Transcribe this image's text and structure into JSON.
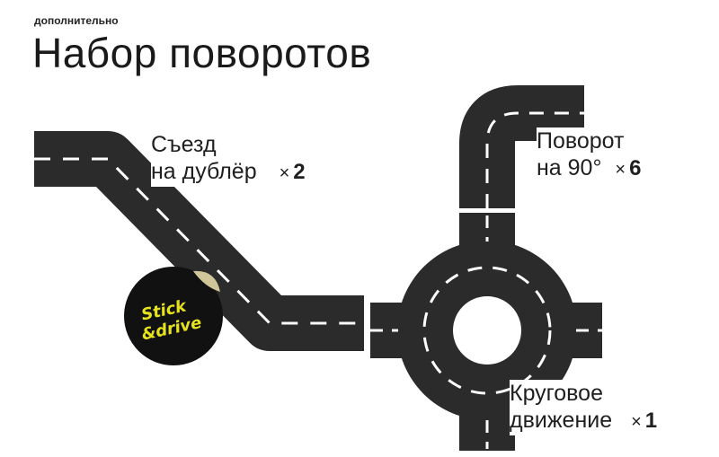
{
  "header": {
    "kicker": "дополнительно",
    "title": "Набор поворотов"
  },
  "pieces": {
    "exit": {
      "line1": "Съезд",
      "line2": "на дублёр",
      "times": "×",
      "count": "2"
    },
    "turn": {
      "line1": "Поворот",
      "line2": "на 90°",
      "times": "×",
      "count": "6"
    },
    "roundabout": {
      "line1": "Круговое",
      "line2": "движение",
      "times": "×",
      "count": "1"
    }
  },
  "sticker": {
    "text": "Stick & drive"
  },
  "colors": {
    "road": "#2b2b2b",
    "marking": "#ffffff",
    "sticker": "#e6e21c"
  }
}
